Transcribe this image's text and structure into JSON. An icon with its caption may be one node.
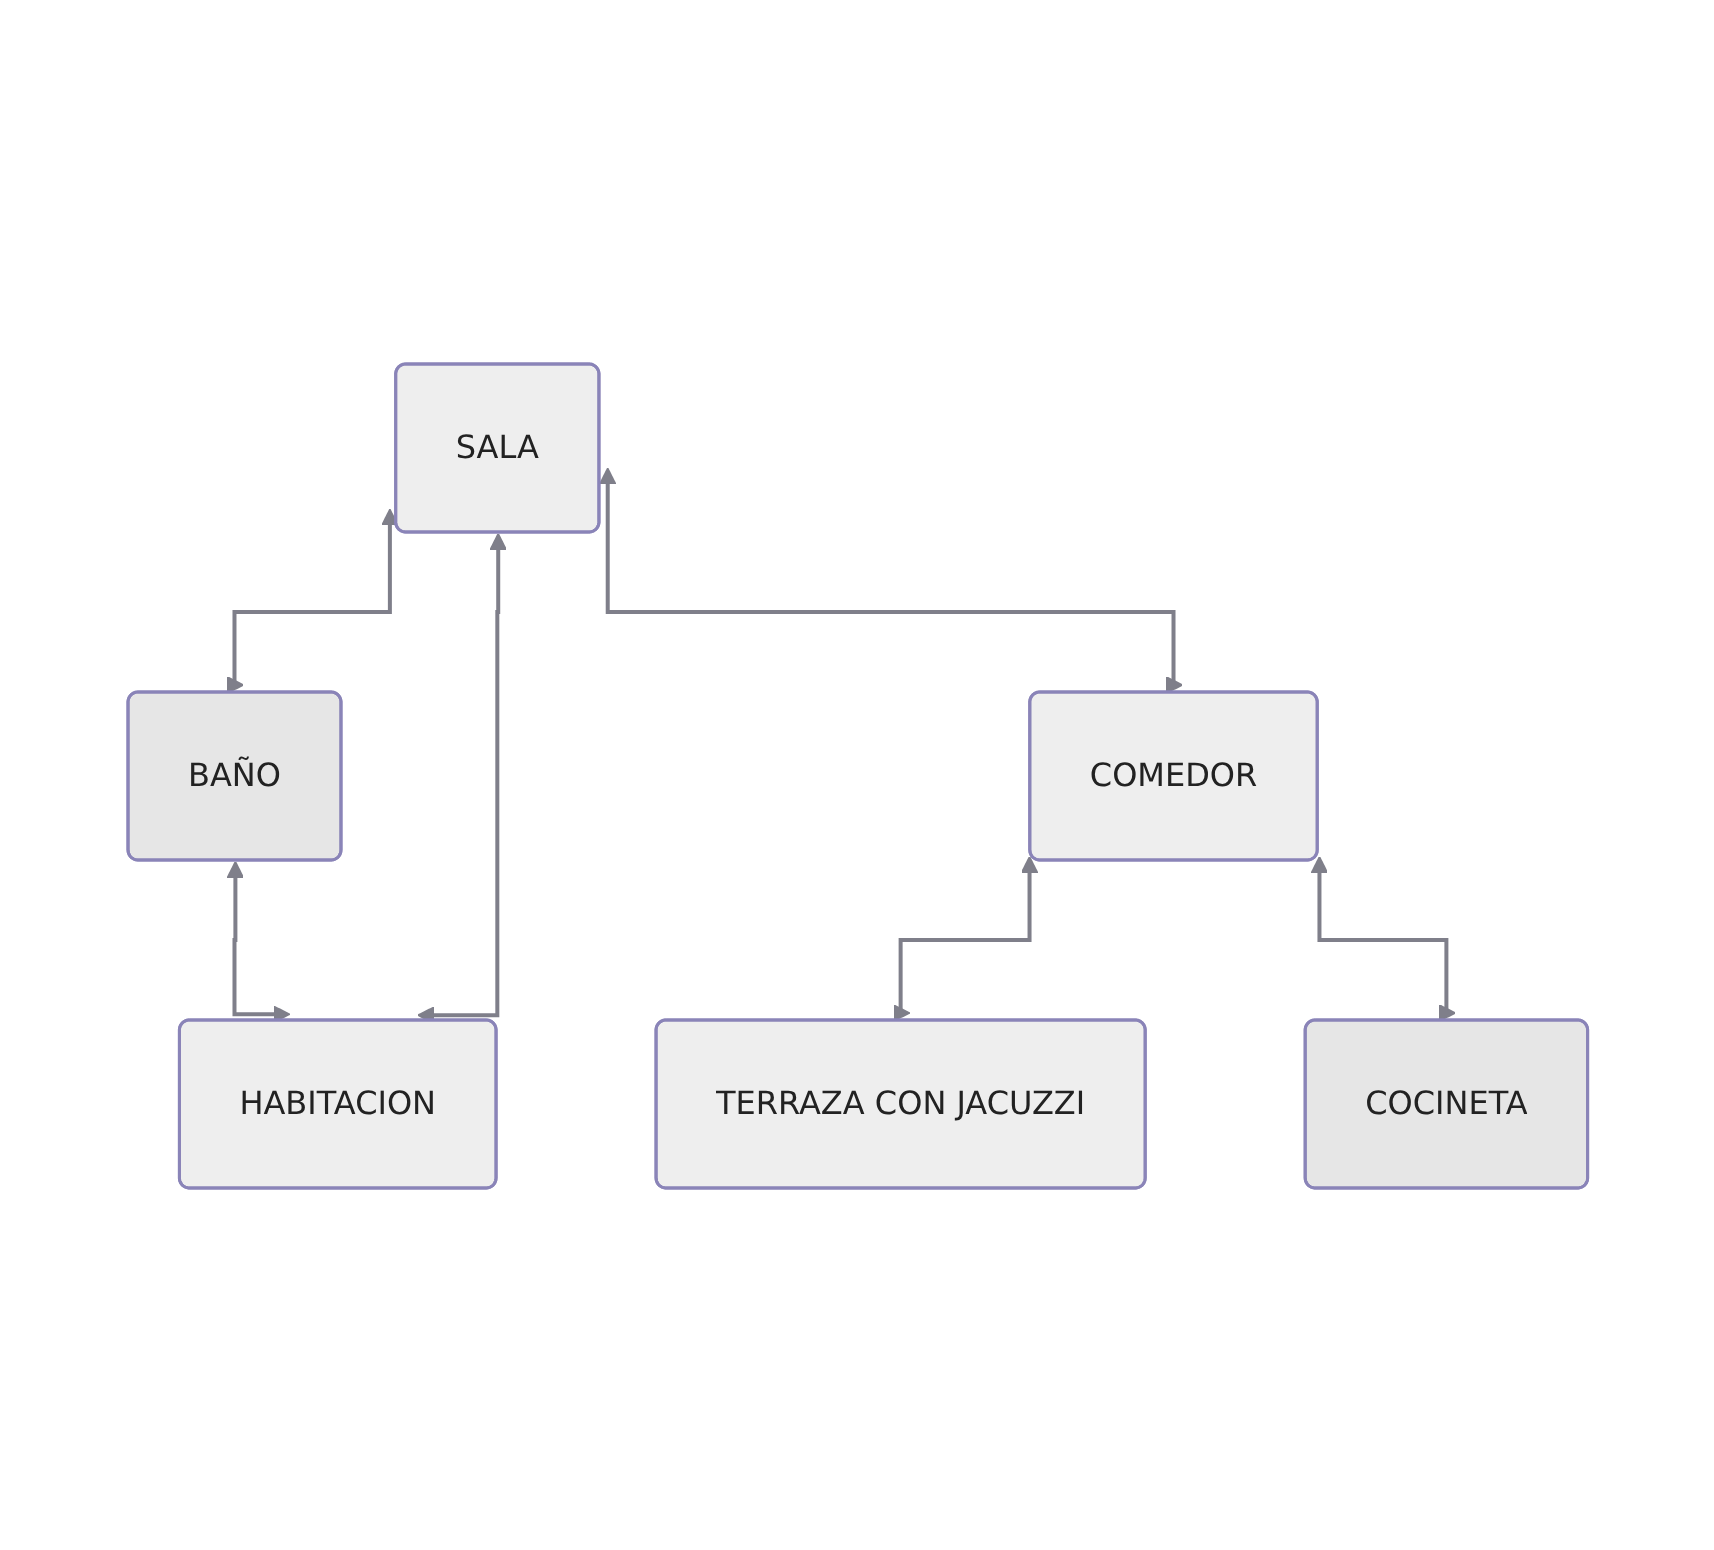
{
  "diagram": {
    "nodes": [
      {
        "text": [
          "BAÑO"
        ]
      },
      {
        "text": [
          "SALA"
        ]
      },
      {
        "text": [
          "HABITACION"
        ]
      },
      {
        "text": [
          "COMEDOR"
        ]
      },
      {
        "text": [
          "TERRAZA CON JACUZZI"
        ]
      },
      {
        "text": [
          "COCINETA"
        ]
      }
    ],
    "edges": [
      {
        "from": 1,
        "to": 0,
        "arrow": "both"
      },
      {
        "from": 0,
        "to": 2,
        "arrow": "both"
      },
      {
        "from": 1,
        "to": 2,
        "arrow": "both"
      },
      {
        "from": 1,
        "to": 3,
        "arrow": "both"
      },
      {
        "from": 3,
        "to": 4,
        "arrow": "both"
      },
      {
        "from": 3,
        "to": 5,
        "arrow": "both"
      }
    ]
  }
}
